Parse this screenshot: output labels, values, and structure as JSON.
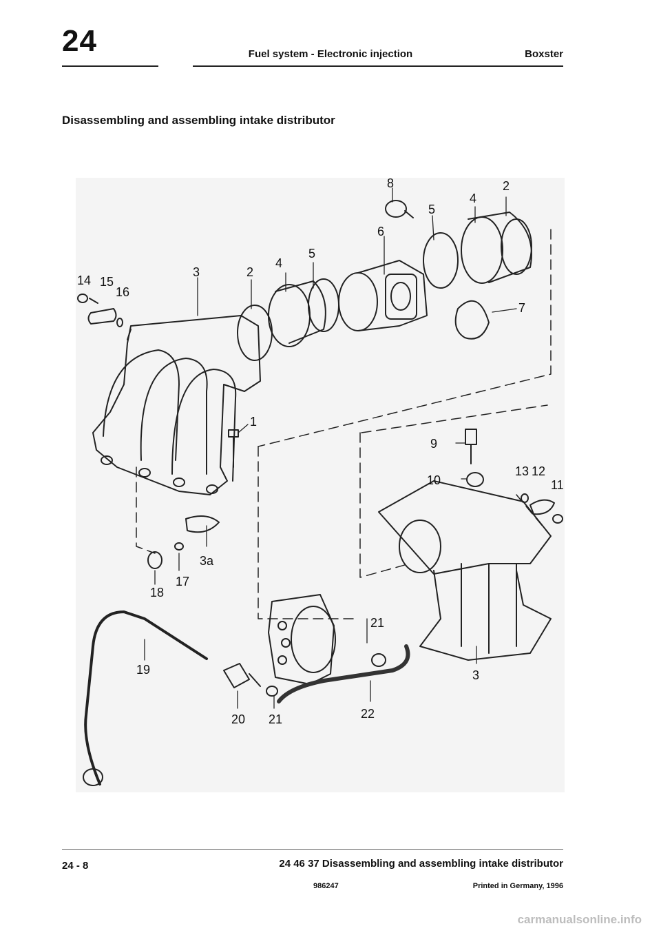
{
  "header": {
    "chapter": "24",
    "title": "Fuel system - Electronic injection",
    "model": "Boxster"
  },
  "section_title": "Disassembling and assembling intake distributor",
  "diagram": {
    "part_labels": [
      "1",
      "2",
      "2",
      "3",
      "3",
      "3a",
      "4",
      "4",
      "5",
      "5",
      "6",
      "7",
      "8",
      "9",
      "10",
      "11",
      "12",
      "13",
      "14",
      "15",
      "16",
      "17",
      "18",
      "19",
      "20",
      "21",
      "21",
      "22"
    ]
  },
  "footer": {
    "page": "24 - 8",
    "description": "24 46 37 Disassembling and assembling intake distributor",
    "code": "986247",
    "printed": "Printed in Germany, 1996"
  },
  "watermark": "carmanualsonline.info"
}
